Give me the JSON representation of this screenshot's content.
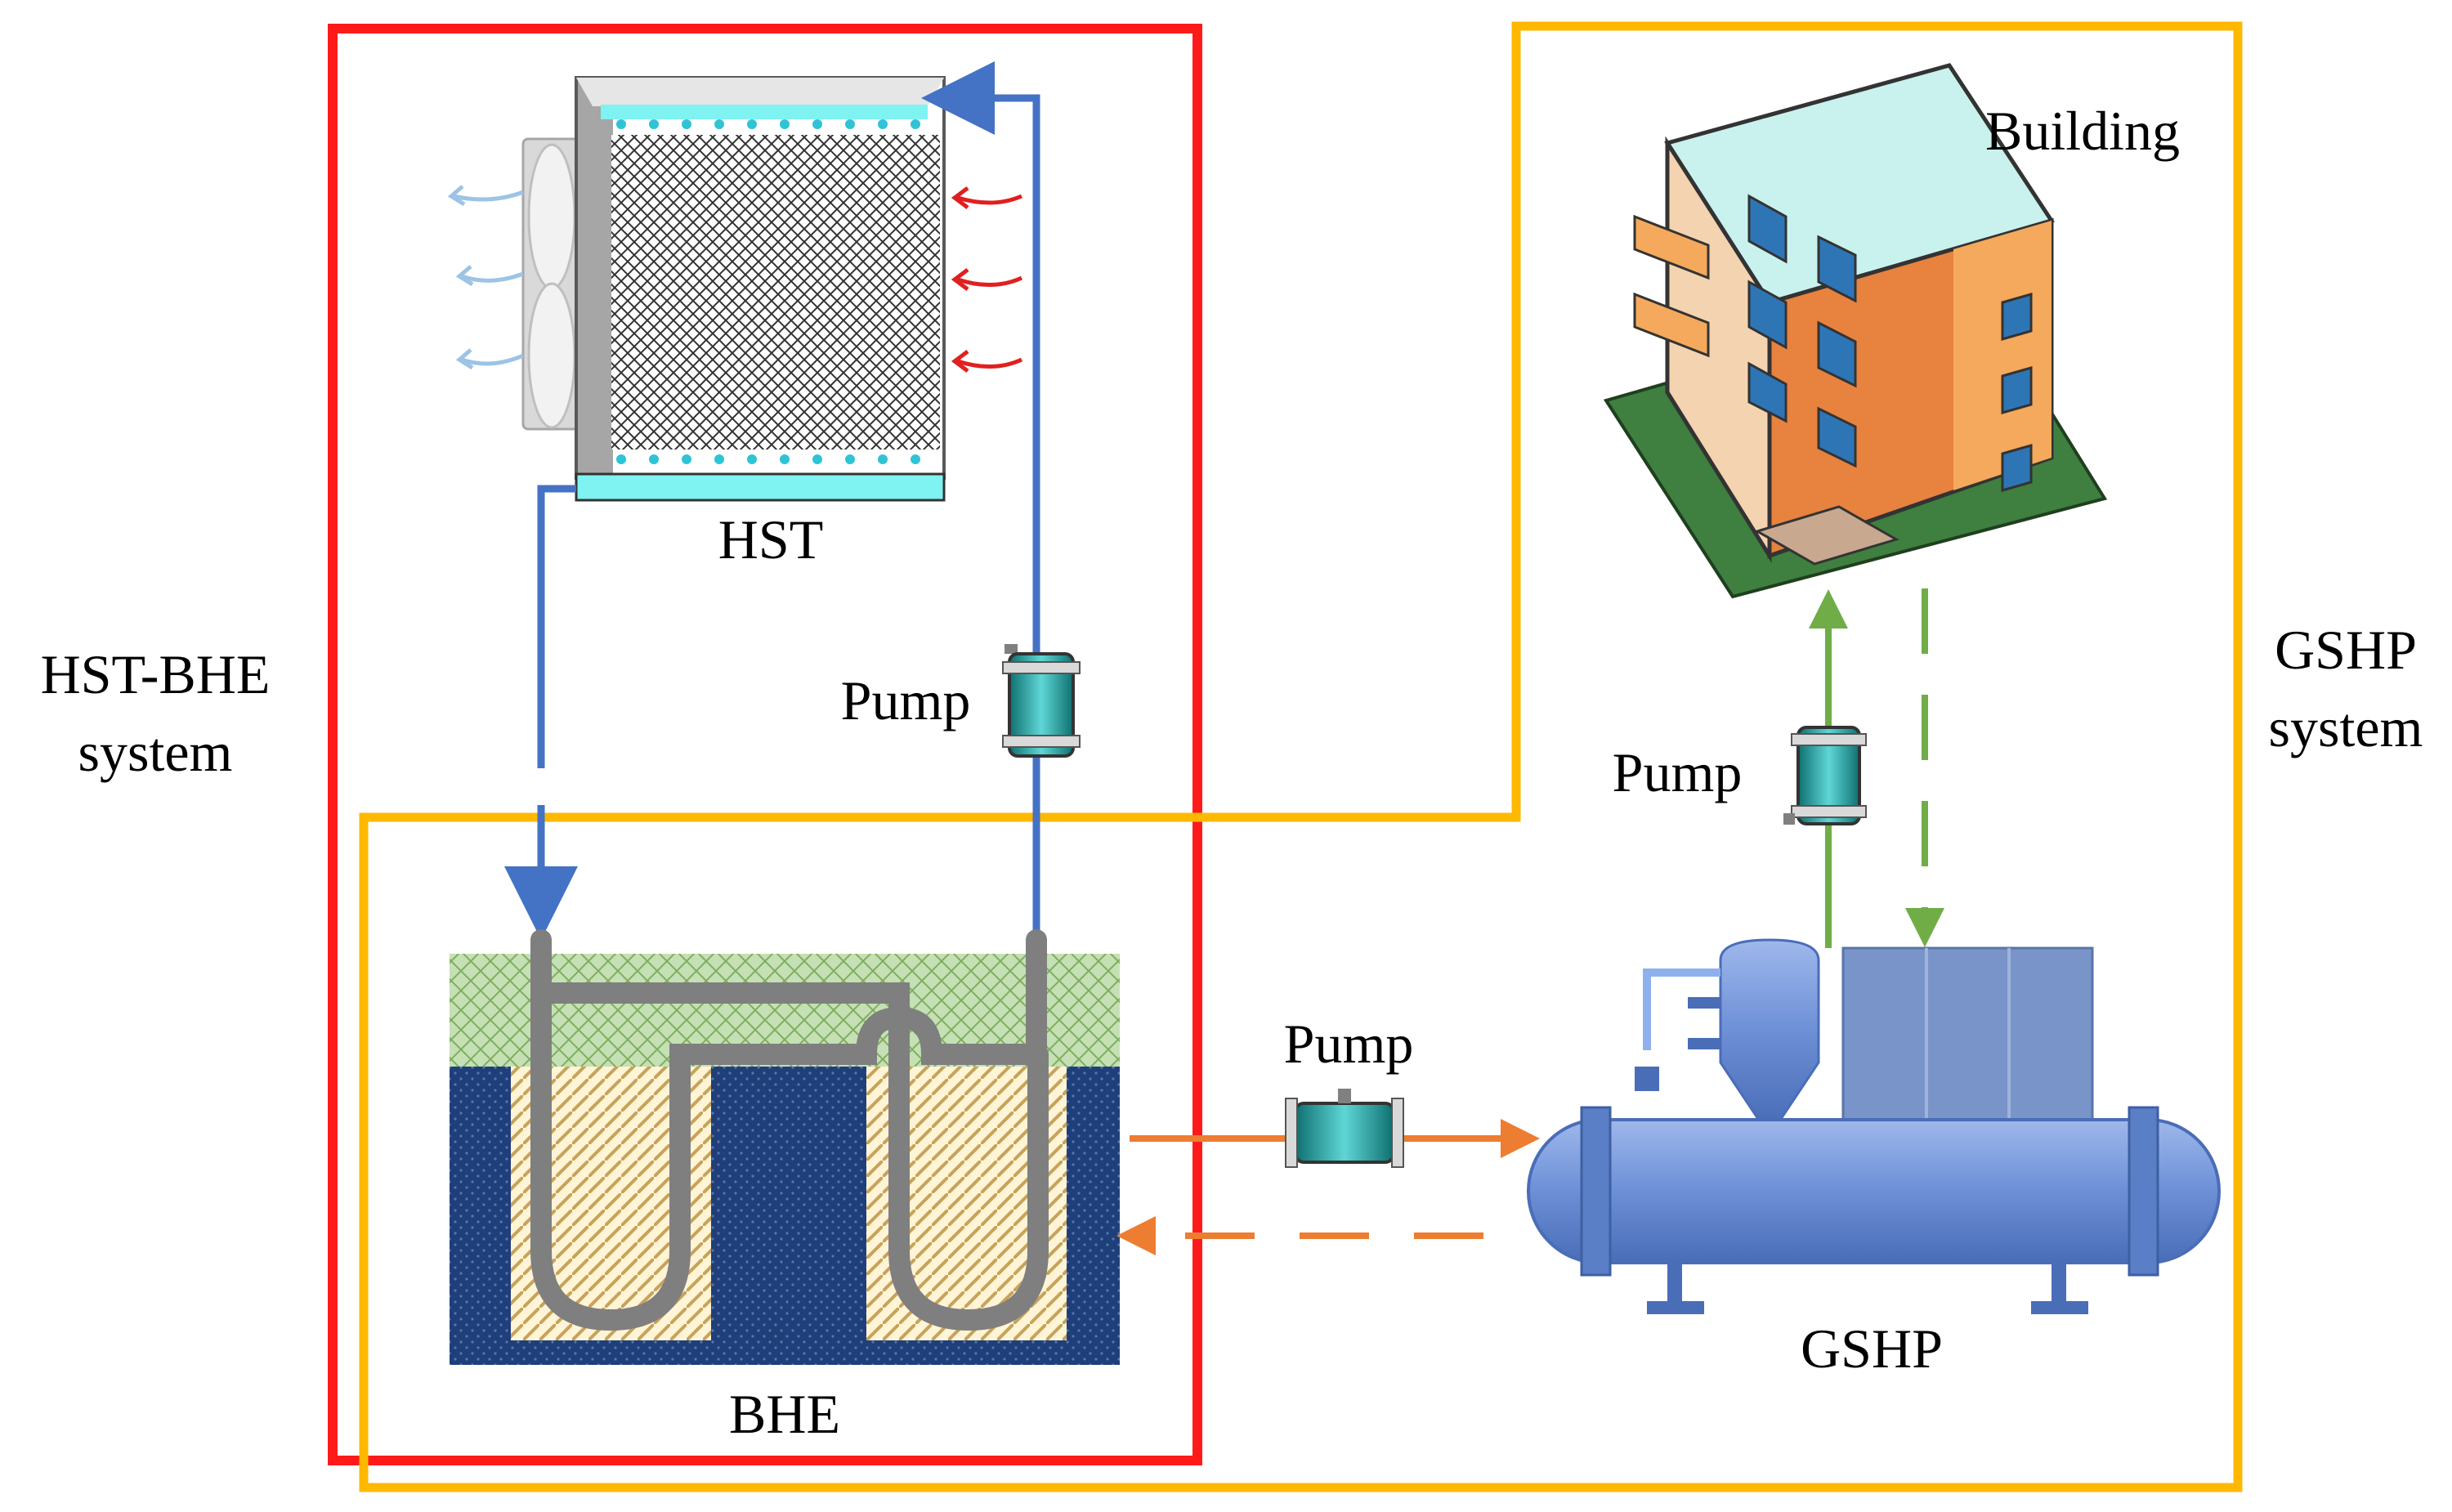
{
  "labels": {
    "hst": "HST",
    "bhe": "BHE",
    "gshp": "GSHP",
    "building": "Building",
    "pump_hst": "Pump",
    "pump_middle": "Pump",
    "pump_building": "Pump",
    "hst_bhe_system_line1": "HST-BHE",
    "hst_bhe_system_line2": "system",
    "gshp_system_line1": "GSHP",
    "gshp_system_line2": "system"
  },
  "colors": {
    "hst_bhe_boundary": "#ff1a1a",
    "gshp_boundary": "#ffb800",
    "cooling_loop": "#4472c4",
    "ground_loop": "#ed7d31",
    "building_loop": "#70ad47",
    "water": "#7ff2f2",
    "soil_surface": "#a9d18e",
    "deep_ground": "#1f3f7a",
    "pipe": "#7f7f7f"
  },
  "icons": [
    "fan-icon",
    "pump-icon",
    "building-icon",
    "heat-pump-unit-icon",
    "air-flow-arrow-icon"
  ]
}
